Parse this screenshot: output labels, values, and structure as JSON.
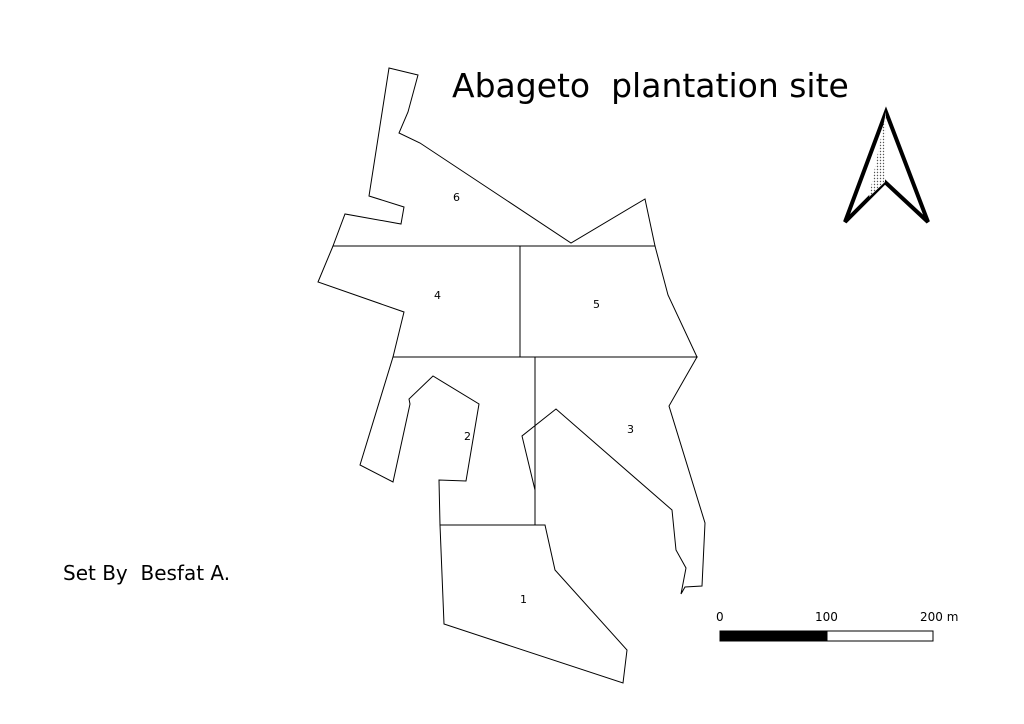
{
  "title": "Abageto  plantation site",
  "credit": "Set By  Besfat A.",
  "parcels": [
    "1",
    "2",
    "3",
    "4",
    "5",
    "6"
  ],
  "scale_bar": {
    "labels": [
      "0",
      "100",
      "200 m"
    ],
    "segment_colors": [
      "#000000",
      "#ffffff"
    ]
  },
  "north_arrow": {
    "icon": "north-arrow-icon"
  }
}
